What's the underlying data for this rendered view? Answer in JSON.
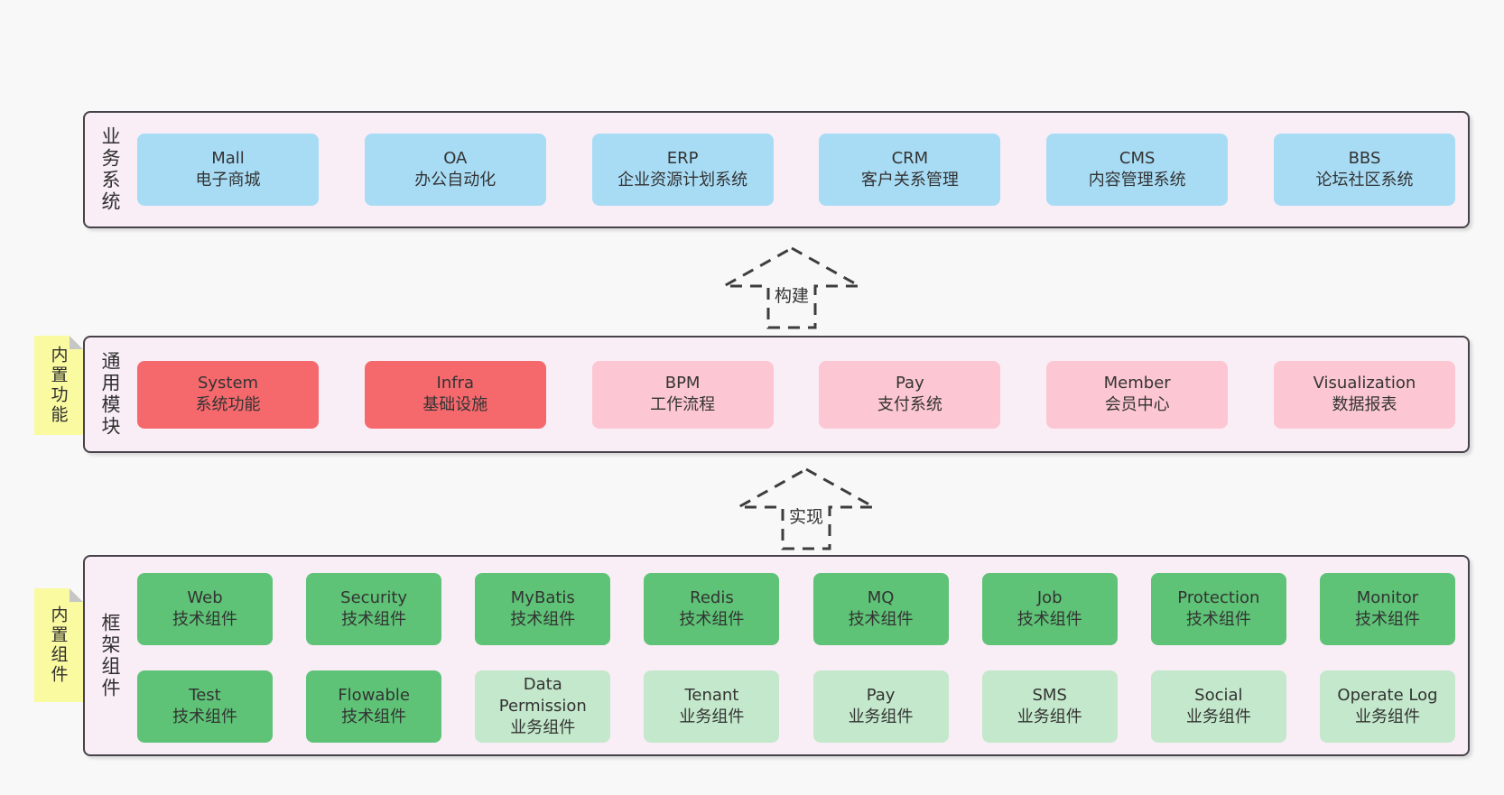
{
  "colors": {
    "page_bg": "#f8f8f8",
    "container_bg": "#f9eef6",
    "container_border": "#47424a",
    "box_blue": "#a8dcf5",
    "box_red": "#f5696d",
    "box_pink": "#fcc7d2",
    "box_green": "#5ec376",
    "box_light_green": "#c3e8cb",
    "note_yellow": "#fafaa0",
    "note_fold_gray": "#c6c6c6",
    "text": "#333333"
  },
  "arrows": [
    {
      "label": "构建",
      "direction": "up"
    },
    {
      "label": "实现",
      "direction": "up"
    }
  ],
  "layers": [
    {
      "label": "业务系统",
      "note": null,
      "rows": [
        {
          "boxes": [
            {
              "title": "Mall",
              "subtitle": "电子商城",
              "type": "blue"
            },
            {
              "title": "OA",
              "subtitle": "办公自动化",
              "type": "blue"
            },
            {
              "title": "ERP",
              "subtitle": "企业资源计划系统",
              "type": "blue"
            },
            {
              "title": "CRM",
              "subtitle": "客户关系管理",
              "type": "blue"
            },
            {
              "title": "CMS",
              "subtitle": "内容管理系统",
              "type": "blue"
            },
            {
              "title": "BBS",
              "subtitle": "论坛社区系统",
              "type": "blue"
            }
          ]
        }
      ]
    },
    {
      "label": "通用模块",
      "note": "内置功能",
      "rows": [
        {
          "boxes": [
            {
              "title": "System",
              "subtitle": "系统功能",
              "type": "red"
            },
            {
              "title": "Infra",
              "subtitle": "基础设施",
              "type": "red"
            },
            {
              "title": "BPM",
              "subtitle": "工作流程",
              "type": "pink"
            },
            {
              "title": "Pay",
              "subtitle": "支付系统",
              "type": "pink"
            },
            {
              "title": "Member",
              "subtitle": "会员中心",
              "type": "pink"
            },
            {
              "title": "Visualization",
              "subtitle": "数据报表",
              "type": "pink"
            }
          ]
        }
      ]
    },
    {
      "label": "框架组件",
      "note": "内置组件",
      "rows": [
        {
          "boxes": [
            {
              "title": "Web",
              "subtitle": "技术组件",
              "type": "green"
            },
            {
              "title": "Security",
              "subtitle": "技术组件",
              "type": "green"
            },
            {
              "title": "MyBatis",
              "subtitle": "技术组件",
              "type": "green"
            },
            {
              "title": "Redis",
              "subtitle": "技术组件",
              "type": "green"
            },
            {
              "title": "MQ",
              "subtitle": "技术组件",
              "type": "green"
            },
            {
              "title": "Job",
              "subtitle": "技术组件",
              "type": "green"
            },
            {
              "title": "Protection",
              "subtitle": "技术组件",
              "type": "green"
            },
            {
              "title": "Monitor",
              "subtitle": "技术组件",
              "type": "green"
            }
          ]
        },
        {
          "boxes": [
            {
              "title": "Test",
              "subtitle": "技术组件",
              "type": "green"
            },
            {
              "title": "Flowable",
              "subtitle": "技术组件",
              "type": "green"
            },
            {
              "title": "Data Permission",
              "subtitle": "业务组件",
              "type": "lightgreen"
            },
            {
              "title": "Tenant",
              "subtitle": "业务组件",
              "type": "lightgreen"
            },
            {
              "title": "Pay",
              "subtitle": "业务组件",
              "type": "lightgreen"
            },
            {
              "title": "SMS",
              "subtitle": "业务组件",
              "type": "lightgreen"
            },
            {
              "title": "Social",
              "subtitle": "业务组件",
              "type": "lightgreen"
            },
            {
              "title": "Operate Log",
              "subtitle": "业务组件",
              "type": "lightgreen"
            }
          ]
        }
      ]
    }
  ]
}
